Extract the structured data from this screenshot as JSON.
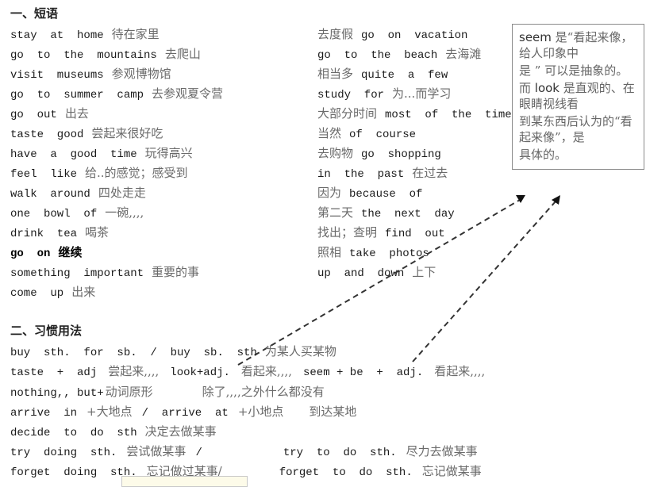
{
  "section1": {
    "title": "一、短语",
    "left": [
      {
        "en": "stay  at  home",
        "zh": "待在家里"
      },
      {
        "en": "go  to  the  mountains",
        "zh": "去爬山"
      },
      {
        "en": "visit  museums",
        "zh": "参观博物馆"
      },
      {
        "en": "go  to  summer  camp",
        "zh": "去参观夏令营"
      },
      {
        "en": "go  out",
        "zh": "出去"
      },
      {
        "en": "taste  good",
        "zh": "尝起来很好吃"
      },
      {
        "en": "have  a  good  time",
        "zh": "玩得高兴"
      },
      {
        "en": "feel  like",
        "zh": "给..的感觉；感受到"
      },
      {
        "en": "walk  around",
        "zh": "四处走走"
      },
      {
        "en": "one  bowl  of",
        "zh": "一碗,,,,"
      },
      {
        "en": "drink  tea",
        "zh": "喝茶"
      },
      {
        "en": "go  on",
        "zh": "继续"
      },
      {
        "en": "something  important",
        "zh": "重要的事"
      },
      {
        "en": "come  up",
        "zh": "出来"
      }
    ],
    "right": [
      {
        "en": "go  on  vacation",
        "zh": "去度假"
      },
      {
        "en": "go  to  the  beach",
        "zh": "去海滩"
      },
      {
        "en": "quite  a  few",
        "zh": "相当多"
      },
      {
        "en": "study  for",
        "zh": "为...而学习"
      },
      {
        "en": "most  of  the  time",
        "zh": "大部分时间"
      },
      {
        "en": "of  course",
        "zh": "当然"
      },
      {
        "en": "go  shopping",
        "zh": "去购物"
      },
      {
        "en": "in  the  past",
        "zh": "在过去"
      },
      {
        "en": "because  of",
        "zh": "因为"
      },
      {
        "en": "the  next  day",
        "zh": "第二天"
      },
      {
        "en": "find  out",
        "zh": "找出；查明"
      },
      {
        "en": "take  photos",
        "zh": "照相"
      },
      {
        "en": "up  and  down",
        "zh": "上下"
      }
    ]
  },
  "note": {
    "l1_word": "seem",
    "l1": " 是“看起来像，给人印象中",
    "l2": "是 ” 可以是抽象的。",
    "l3_pre": "而 ",
    "l3_word": "look",
    "l3": " 是直观的、在眼睛视线看",
    "l4": "到某东西后认为的“看起来像”，是",
    "l5": "具体的。"
  },
  "section2": {
    "title": "二、习惯用法",
    "r1": {
      "en": "buy  sth.  for  sb.  /  buy  sb.  sth",
      "zh": "为某人买某物"
    },
    "r2": {
      "en1": "taste  +  adj",
      "zh1": "尝起来,,,,",
      "en2": "look+adj.",
      "zh2": "看起来,,,,",
      "en3": "seem + be  +  adj.",
      "zh3": "看起来,,,,"
    },
    "r3": {
      "en": "nothing,, but+",
      "zh1": "动词原形",
      "zh2": "除了,,,,之外什么都没有"
    },
    "r4": {
      "en1": "arrive  in",
      "zh1": "+大地点",
      "en2": "/  arrive  at",
      "zh2": "+小地点",
      "zh3": "到达某地"
    },
    "r5": {
      "en": "decide  to  do  sth",
      "zh": "决定去做某事"
    },
    "r6": {
      "en1": "try  doing  sth.",
      "zh1": "尝试做某事",
      "sep": "/",
      "en2": "try  to  do  sth.",
      "zh2": "尽力去做某事"
    },
    "r7": {
      "en1": "forget  doing  sth.",
      "zh1": "忘记做过某事/",
      "en2": "forget  to  do  sth.",
      "zh2": "忘记做某事"
    }
  }
}
